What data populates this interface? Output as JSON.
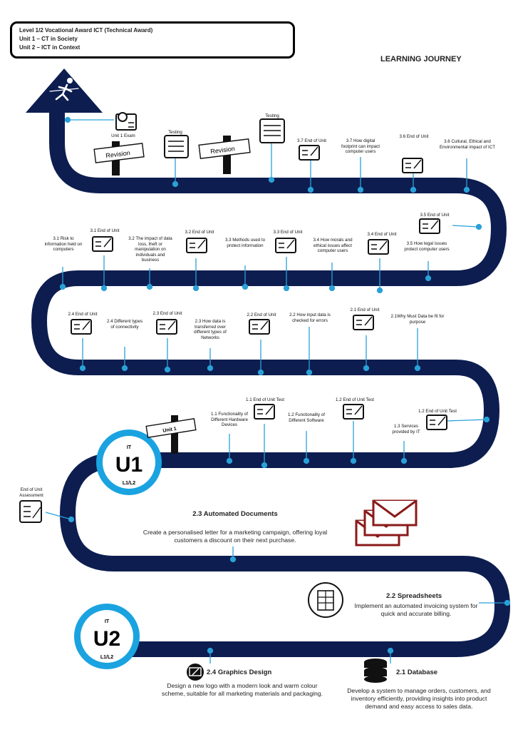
{
  "header": {
    "line1": "Level 1/2 Vocational Award ICT (Technical Award)",
    "line2": "Unit 1 – CT in Society",
    "line3": "Unit 2 – ICT in Context"
  },
  "journey_title": "LEARNING JOURNEY",
  "signs": {
    "revision": "Revision",
    "unit1": "Unit 1"
  },
  "labels": {
    "testing": "Testing",
    "unit1_exam": "Unit 1 Exam",
    "eou_37": "3.7 End of Unit",
    "l_37": "3.7 How digital footprint can impact computer users",
    "eou_36": "3.6 End of Unit",
    "l_36": "3.6 Cultural, Ethical and Environmental impact of ICT",
    "eou_35": "3.5 End of Unit",
    "l_35": "3.5 How legal issues protect computer users",
    "eou_34": "3.4 End of Unit",
    "l_34": "3.4 How morals and ethical issues affect computer users",
    "eou_33": "3.3 End of Unit",
    "l_33": "3.3 Methods used to protect information",
    "eou_32": "3.2 End of Unit",
    "l_32": "3.2 The impact of data loss, theft or manipulation on individuals and business",
    "eou_31": "3.1 End of Unit",
    "l_31": "3.1 Risk to information held on computers",
    "eou_24": "2.4 End of Unit",
    "l_24": "2.4 Different types of connectivity",
    "eou_23": "2.3 End of Unit",
    "l_23": "2.3 How data is transferred over different types of Networks",
    "eou_22": "2.2 End of Unit",
    "l_22": "2.2 How input data is checked for errors",
    "eou_21": "2.1 End of Unit",
    "l_21": "2.1Why Must Data be fit for purpose",
    "t_11": "1.1 End of Unit Test",
    "l_11": "1.1 Functionality of Different Hardware Devices",
    "l_12": "1.2 Functionality of Different Software",
    "t_12a": "1.2 End of Unit Test",
    "t_12b": "1.2 End of Unit Test",
    "l_13": "1.3 Services provided by IT",
    "eou_assess": "End of Unit Assessment"
  },
  "badges": {
    "u1": {
      "top": "IT",
      "num": "U1",
      "level": "L1/L2"
    },
    "u2": {
      "top": "IT",
      "num": "U2",
      "level": "L1/L2"
    }
  },
  "projects": {
    "p23": {
      "title": "2.3 Automated Documents",
      "desc": "Create a personalised letter for a marketing campaign, offering loyal customers a discount on their next purchase."
    },
    "p22": {
      "title": "2.2 Spreadsheets",
      "desc": "Implement an automated invoicing system for quick and accurate billing."
    },
    "p24": {
      "title": "2.4 Graphics Design",
      "desc": "Design a new logo with a modern look and warm colour scheme, suitable for all marketing materials and packaging."
    },
    "p21": {
      "title": "2.1 Database",
      "desc": "Develop a system to manage orders, customers, and inventory efficiently, providing insights into product demand and easy access to sales data."
    }
  },
  "colors": {
    "road": "#0d1d4f",
    "marker": "#2aa0d8",
    "ring": "#1aa3e0",
    "envelope": "#8b1a1a"
  }
}
